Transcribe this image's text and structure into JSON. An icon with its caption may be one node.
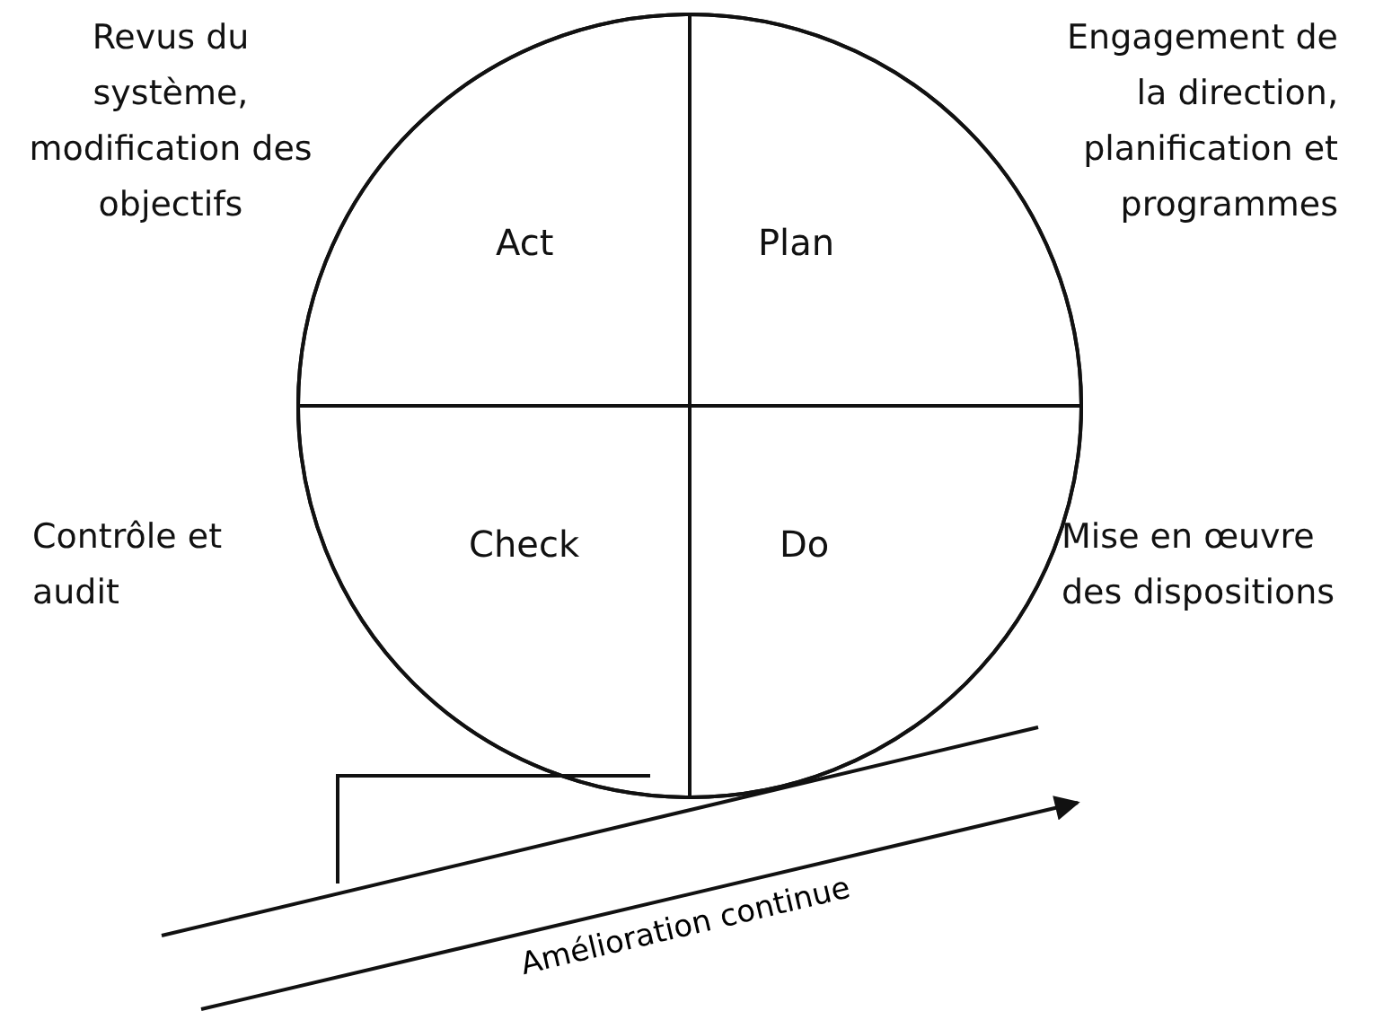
{
  "diagram": {
    "nodes": [
      {
        "text": [],
        "shape": "circle"
      },
      {
        "text": [
          "Act"
        ],
        "in": 0,
        "beside": [
          "Revus du système, modification des objectifs"
        ]
      },
      {
        "text": [
          "Plan"
        ],
        "in": 0,
        "beside": [
          "Engagement de la direction, planification et programmes"
        ]
      },
      {
        "text": [
          "Check"
        ],
        "in": 0,
        "beside": [
          "Contrôle et audit"
        ]
      },
      {
        "text": [
          "Do"
        ],
        "in": 0,
        "beside": [
          "Mise en œuvre des dispositions"
        ]
      }
    ],
    "edges": [],
    "labels": [
      "Amélioration continue"
    ]
  }
}
